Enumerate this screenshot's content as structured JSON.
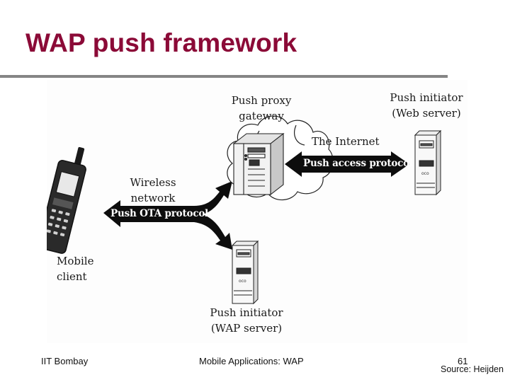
{
  "slide": {
    "title": "WAP push framework",
    "title_color": "#8b0a37",
    "rule_color": "#858585"
  },
  "diagram": {
    "nodes": {
      "mobile_client": {
        "line1": "Mobile",
        "line2": "client",
        "icon": "mobile-phone-icon"
      },
      "push_proxy_gateway": {
        "line1": "Push proxy",
        "line2": "gateway",
        "icon": "server-tower-icon"
      },
      "web_server": {
        "line1": "Push initiator",
        "line2": "(Web server)",
        "icon": "desktop-tower-icon"
      },
      "wap_server": {
        "line1": "Push initiator",
        "line2": "(WAP server)",
        "icon": "desktop-tower-icon"
      },
      "internet": {
        "label": "The Internet",
        "icon": "cloud-icon"
      }
    },
    "network_label": {
      "line1": "Wireless",
      "line2": "network"
    },
    "arrows": {
      "ota": "Push OTA protocol",
      "access": "Push access protocol"
    }
  },
  "footer": {
    "left": "IIT Bombay",
    "center": "Mobile Applications: WAP",
    "page_number": "61",
    "source": "Source: Heijden"
  }
}
